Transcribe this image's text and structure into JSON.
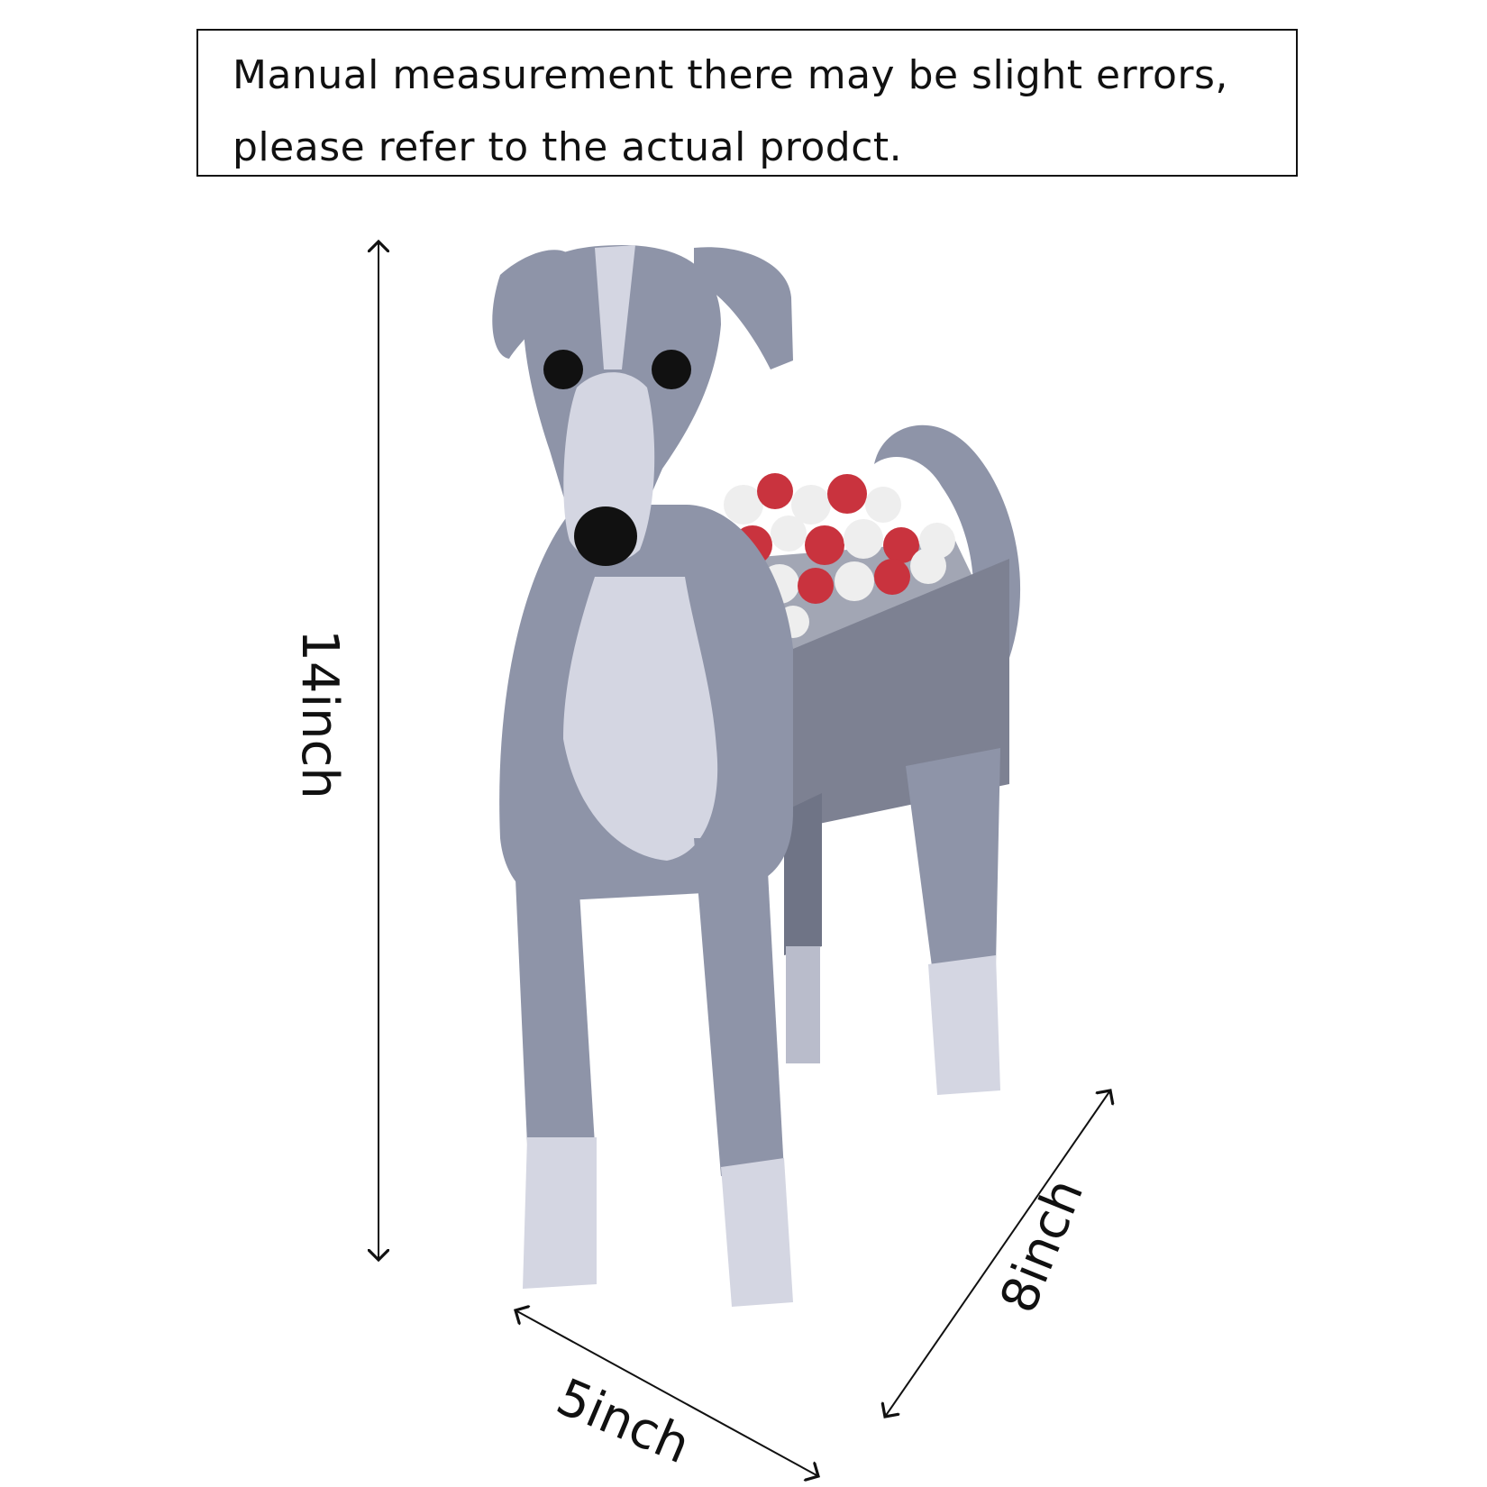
{
  "notice": {
    "line1": "Manual measurement there may be slight errors,",
    "line2": "please refer to the actual prodct."
  },
  "dimensions": {
    "height": "14inch",
    "width": "5inch",
    "depth": "8inch"
  },
  "colors": {
    "body_gray": "#8e94a8",
    "light_gray": "#d4d6e2",
    "dark_gray": "#6f7486",
    "box_gray": "#7d8192",
    "flower_red": "#c9333e",
    "flower_white": "#eeeeee",
    "eye_black": "#111111"
  }
}
